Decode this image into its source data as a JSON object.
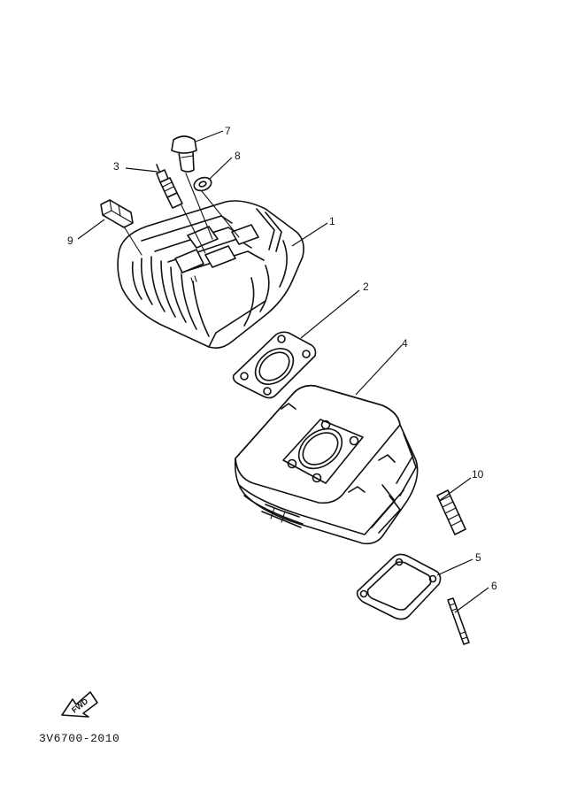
{
  "callouts": {
    "c1": "1",
    "c2": "2",
    "c3": "3",
    "c4": "4",
    "c5": "5",
    "c6": "6",
    "c7": "7",
    "c8": "8",
    "c9": "9",
    "c10": "10"
  },
  "fwd_label": "FWD",
  "diagram_code": "3V6700-2010"
}
